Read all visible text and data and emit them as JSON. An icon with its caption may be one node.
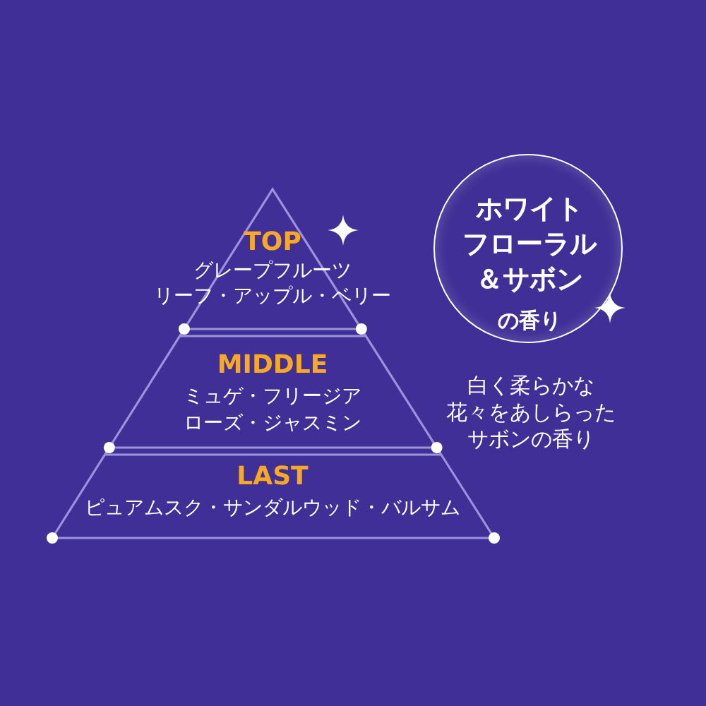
{
  "diagram": {
    "nodes": [
      {
        "text": [
          "TOP",
          "グレープフルーツ",
          "リーフ・アップル・ベリー"
        ]
      },
      {
        "text": [
          "MIDDLE",
          "ミュゲ・フリージア",
          "ローズ・ジャスミン"
        ]
      },
      {
        "text": [
          "LAST",
          "ピュアムスク・サンダルウッド・バルサム"
        ]
      },
      {
        "text": [
          "ホワイトフローラル＆サボン",
          "の香り"
        ]
      }
    ],
    "labels": [
      "白く柔らかな花々をあしらったサボンの香り"
    ]
  }
}
